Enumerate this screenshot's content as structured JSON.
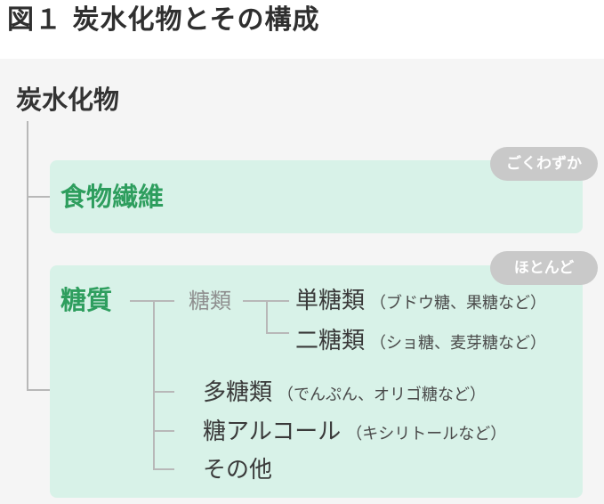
{
  "figure": {
    "title": "図１ 炭水化物とその構成"
  },
  "root": {
    "label": "炭水化物"
  },
  "fiber": {
    "label": "食物繊維",
    "badge": "ごくわずか"
  },
  "sugar": {
    "label": "糖質",
    "badge": "ほとんど",
    "saccharides": {
      "label": "糖類",
      "items": [
        {
          "name": "単糖類",
          "note": "（ブドウ糖、果糖など）"
        },
        {
          "name": "二糖類",
          "note": "（ショ糖、麦芽糖など）"
        }
      ]
    },
    "others": [
      {
        "name": "多糖類",
        "note": "（でんぷん、オリゴ糖など）"
      },
      {
        "name": "糖アルコール",
        "note": "（キシリトールなど）"
      },
      {
        "name": "その他",
        "note": ""
      }
    ]
  },
  "colors": {
    "accent_green": "#2e9e5e",
    "card_background": "#d8f2e8",
    "badge_background": "#c9c9c9",
    "panel_background": "#f5f5f5",
    "line": "#b8b8b8"
  }
}
